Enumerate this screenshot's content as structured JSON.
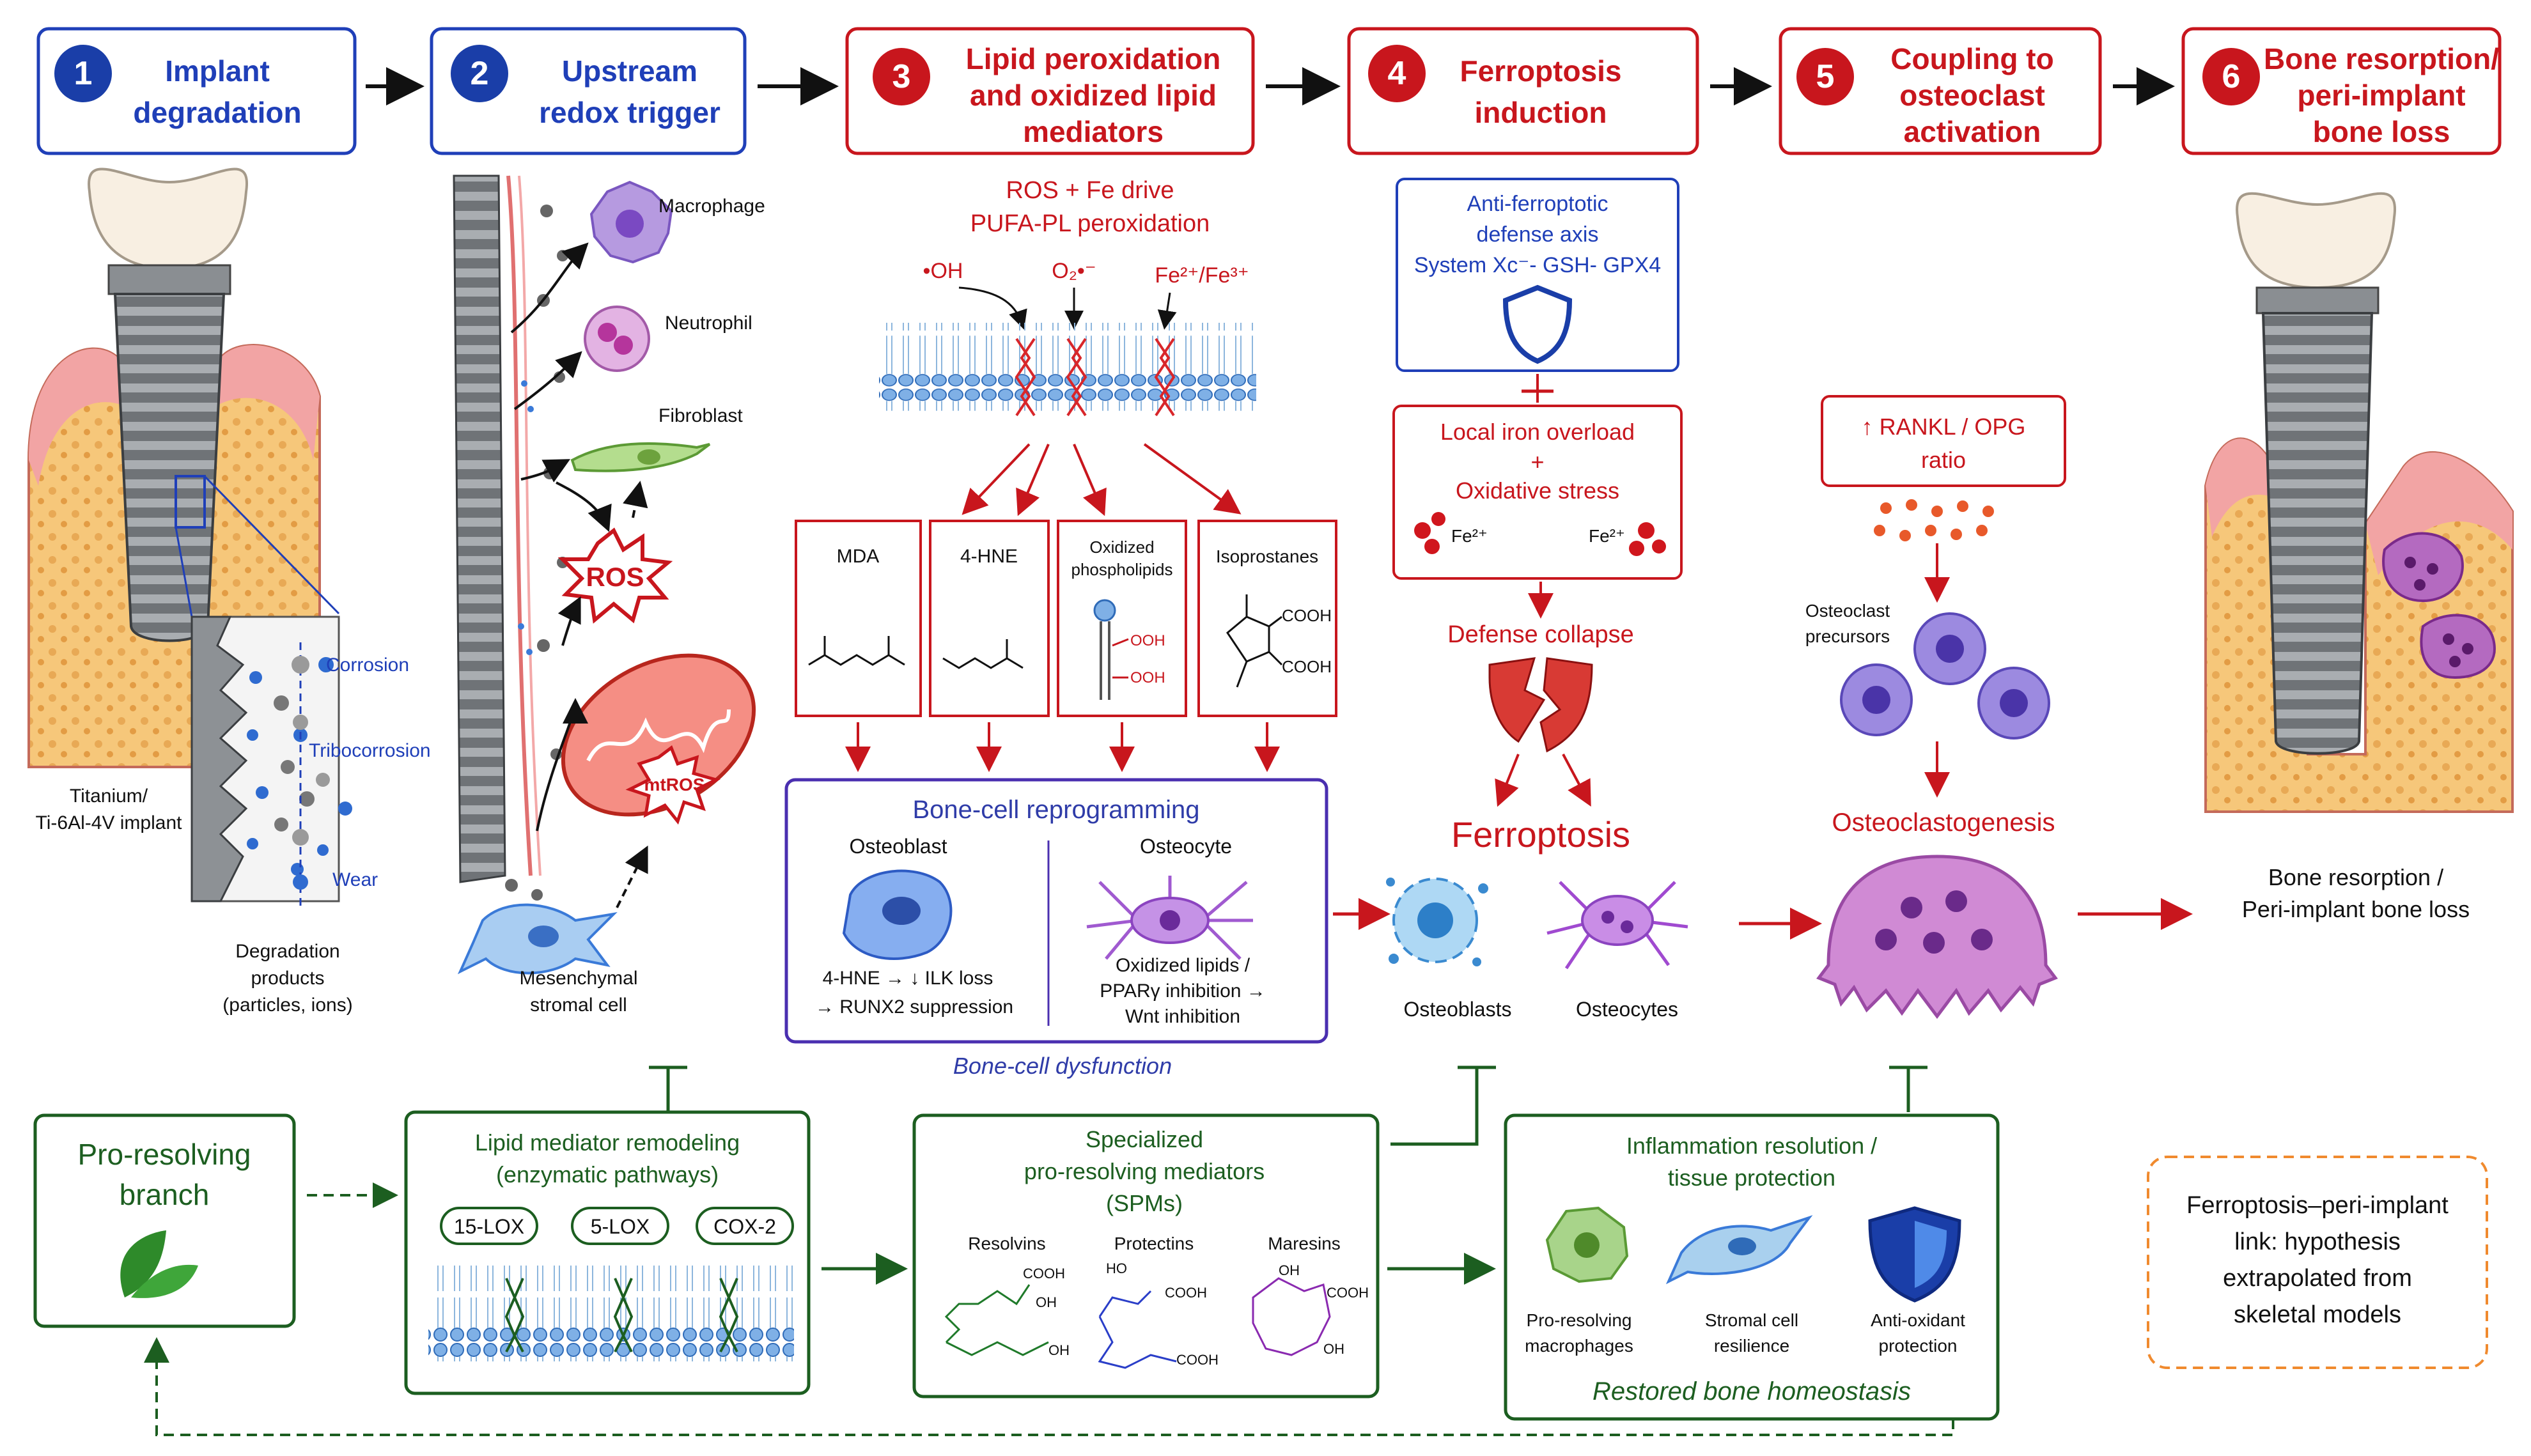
{
  "steps": [
    {
      "num": "1",
      "line1": "Implant",
      "line2": "degradation",
      "line3": ""
    },
    {
      "num": "2",
      "line1": "Upstream",
      "line2": "redox trigger",
      "line3": ""
    },
    {
      "num": "3",
      "line1": "Lipid peroxidation",
      "line2": "and oxidized lipid",
      "line3": "mediators"
    },
    {
      "num": "4",
      "line1": "Ferroptosis",
      "line2": "induction",
      "line3": ""
    },
    {
      "num": "5",
      "line1": "Coupling to",
      "line2": "osteoclast",
      "line3": "activation"
    },
    {
      "num": "6",
      "line1": "Bone resorption/",
      "line2": "peri-implant",
      "line3": "bone loss"
    }
  ],
  "implant": {
    "corrosion": "Corrosion",
    "tribocorrosion": "Tribocorrosion",
    "wear": "Wear",
    "material_l1": "Titanium/",
    "material_l2": "Ti-6Al-4V implant",
    "products_l1": "Degradation",
    "products_l2": "products",
    "products_l3": "(particles, ions)"
  },
  "redox": {
    "macrophage": "Macrophage",
    "neutrophil": "Neutrophil",
    "fibroblast": "Fibroblast",
    "ros": "ROS",
    "mtros": "mtROS",
    "msc_l1": "Mesenchymal",
    "msc_l2": "stromal cell"
  },
  "lipid": {
    "head_l1": "ROS + Fe drive",
    "head_l2": "PUFA-PL peroxidation",
    "oh": "•OH",
    "o2": "O₂•⁻",
    "fe": "Fe²⁺/Fe³⁺",
    "products": [
      {
        "name_l1": "MDA",
        "name_l2": ""
      },
      {
        "name_l1": "4-HNE",
        "name_l2": ""
      },
      {
        "name_l1": "Oxidized",
        "name_l2": "phospholipids"
      },
      {
        "name_l1": "Isoprostanes",
        "name_l2": ""
      }
    ],
    "ooh": "OOH",
    "cooh": "COOH"
  },
  "reprogramming": {
    "title": "Bone-cell reprogramming",
    "osteoblast": "Osteoblast",
    "osteocyte": "Osteocyte",
    "ob_l1": "4-HNE → ↓ ILK loss",
    "ob_l2": "→ RUNX2 suppression",
    "oc_l1": "Oxidized lipids /",
    "oc_l2": "PPARγ inhibition →",
    "oc_l3": "Wnt inhibition",
    "dysfunction": "Bone-cell dysfunction"
  },
  "ferroptosis": {
    "axis_l1": "Anti-ferroptotic",
    "axis_l2": "defense axis",
    "axis_l3": "System Xc⁻- GSH- GPX4",
    "iron_l1": "Local iron overload",
    "iron_l2": "+",
    "iron_l3": "Oxidative stress",
    "fe2": "Fe²⁺",
    "collapse": "Defense collapse",
    "title": "Ferroptosis",
    "osteoblasts": "Osteoblasts",
    "osteocytes": "Osteocytes"
  },
  "osteoclast": {
    "rankl_l1": "↑ RANKL / OPG",
    "rankl_l2": "ratio",
    "precursors_l1": "Osteoclast",
    "precursors_l2": "precursors",
    "genesis": "Osteoclastogenesis",
    "resorption_l1": "Bone resorption /",
    "resorption_l2": "Peri-implant bone loss"
  },
  "resolving": {
    "branch_l1": "Pro-resolving",
    "branch_l2": "branch",
    "remodel_l1": "Lipid mediator remodeling",
    "remodel_l2": "(enzymatic pathways)",
    "enzymes": [
      "15-LOX",
      "5-LOX",
      "COX-2"
    ],
    "spm_l1": "Specialized",
    "spm_l2": "pro-resolving mediators",
    "spm_l3": "(SPMs)",
    "resolvins": "Resolvins",
    "protectins": "Protectins",
    "maresins": "Maresins",
    "oh": "OH",
    "ho": "HO",
    "cooh": "COOH",
    "infl_l1": "Inflammation resolution /",
    "infl_l2": "tissue protection",
    "prm_l1": "Pro-resolving",
    "prm_l2": "macrophages",
    "scr_l1": "Stromal cell",
    "scr_l2": "resilience",
    "aop_l1": "Anti-oxidant",
    "aop_l2": "protection",
    "restored": "Restored bone homeostasis"
  },
  "hypothesis": {
    "l1": "Ferroptosis–peri-implant",
    "l2": "link: hypothesis",
    "l3": "extrapolated from",
    "l4": "skeletal models"
  },
  "colors": {
    "blue": "#1f3fb8",
    "red": "#c8161d",
    "green": "#1c5e20",
    "purple": "#4a2fb0",
    "orange": "#f08a2e"
  }
}
